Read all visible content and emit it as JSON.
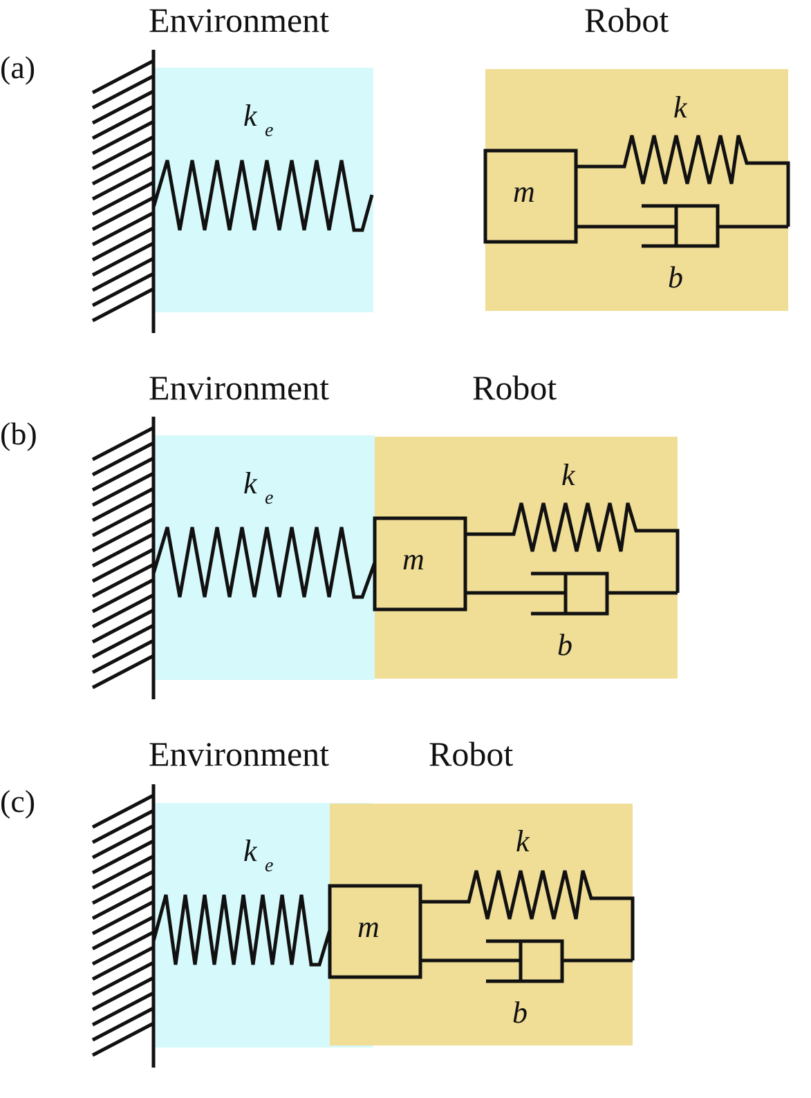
{
  "colors": {
    "environment": "#d6f9fb",
    "robot": "#f0dd96",
    "ink": "#111111"
  },
  "labels": {
    "environment": "Environment",
    "robot": "Robot",
    "env_stiffness": "k",
    "env_stiffness_sub": "e",
    "robot_stiffness": "k",
    "mass": "m",
    "damping": "b"
  },
  "panels": [
    {
      "id": "a",
      "tag": "(a)"
    },
    {
      "id": "b",
      "tag": "(b)"
    },
    {
      "id": "c",
      "tag": "(c)"
    }
  ]
}
